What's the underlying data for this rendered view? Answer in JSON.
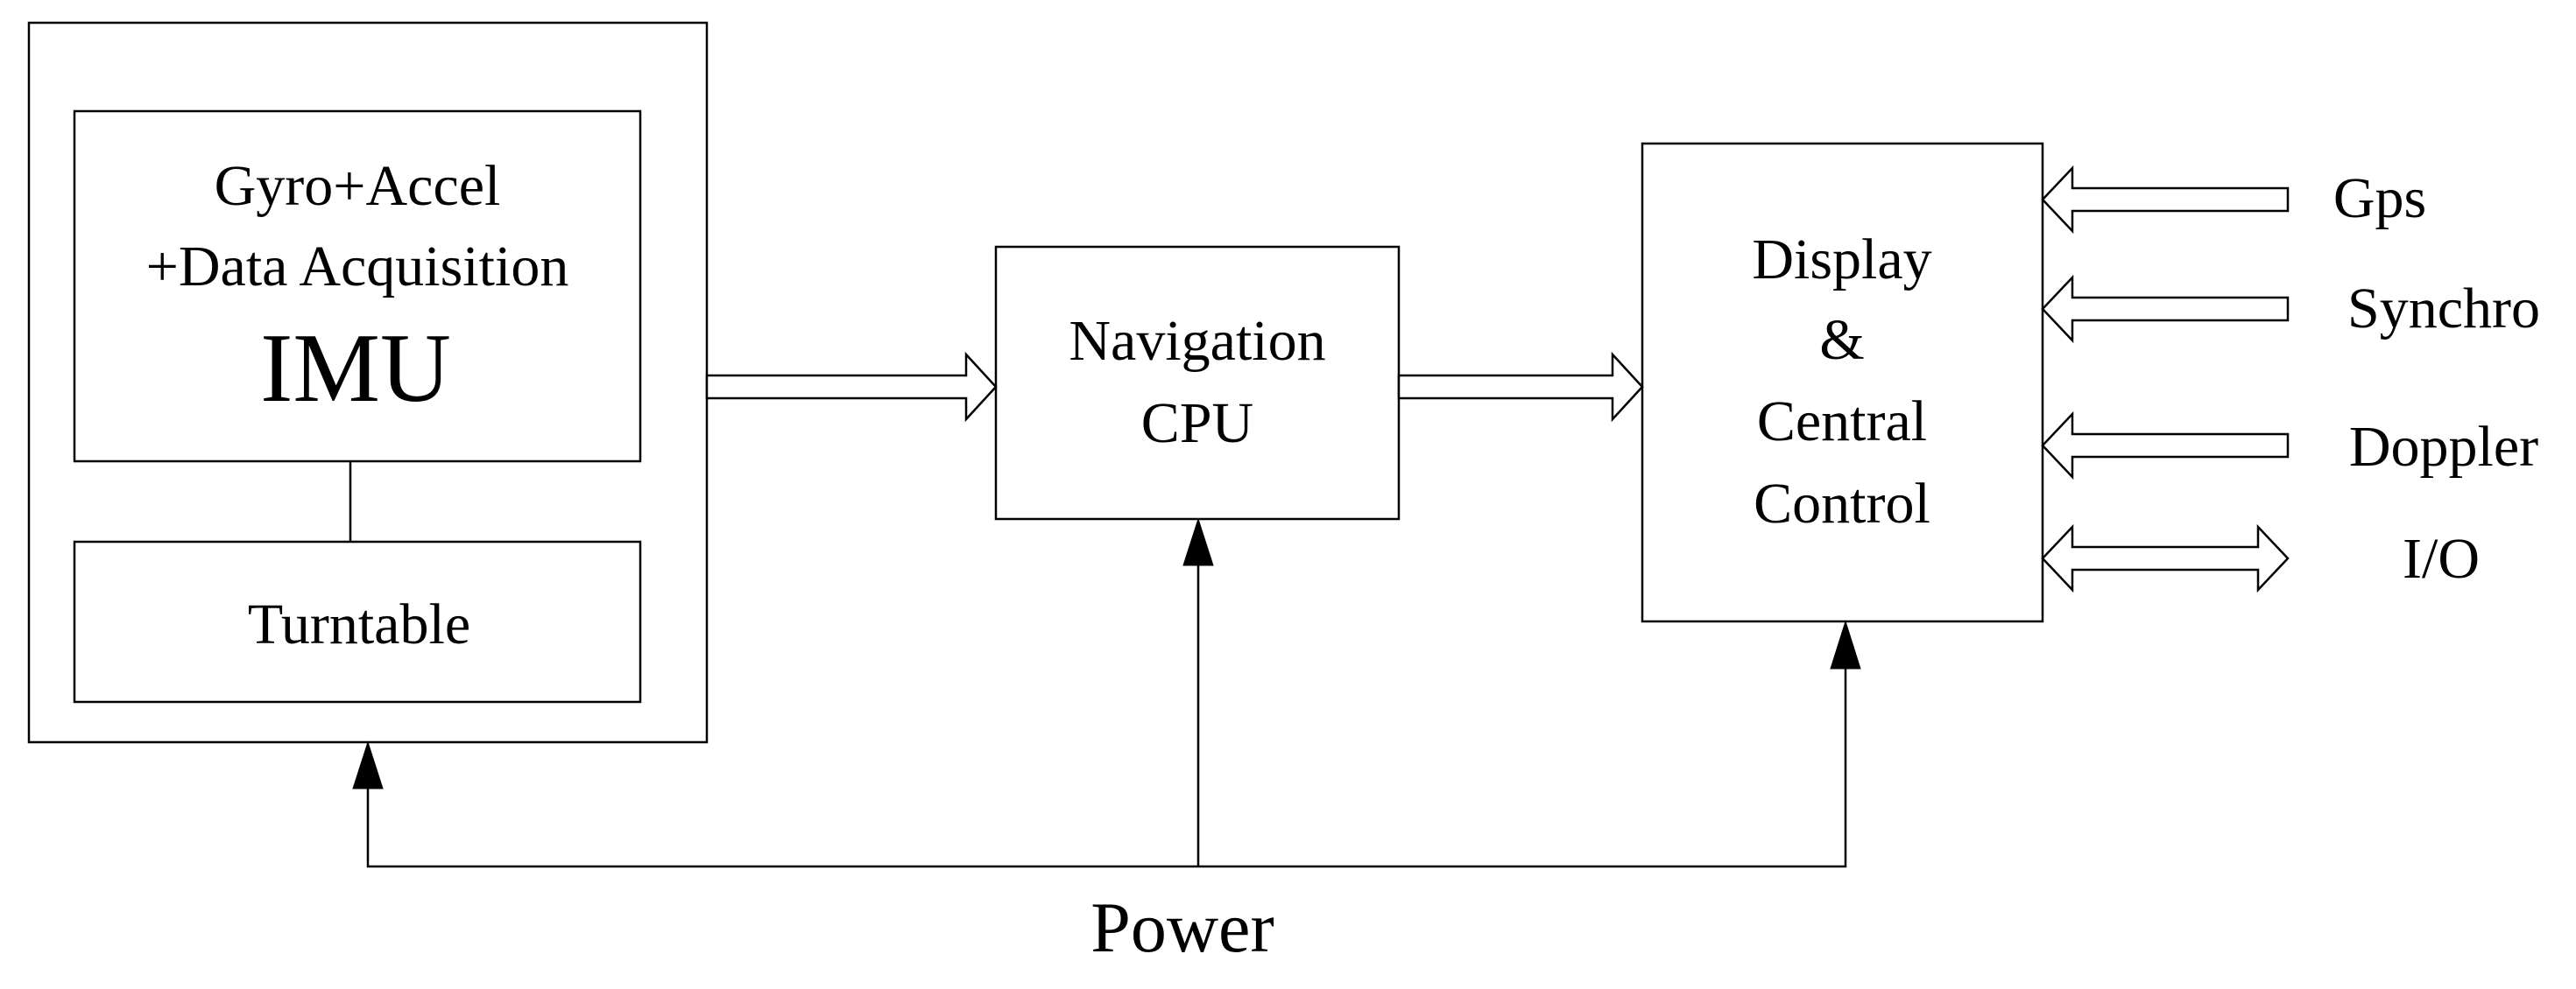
{
  "diagram": {
    "imu_block": {
      "sensor_line1": "Gyro+Accel",
      "sensor_line2": "+Data Acquisition",
      "title": "IMU",
      "turntable": "Turntable"
    },
    "nav_cpu": {
      "line1": "Navigation",
      "line2": "CPU"
    },
    "display": {
      "line1": "Display",
      "line2": "&",
      "line3": "Central",
      "line4": "Control"
    },
    "inputs": {
      "gps": "Gps",
      "synchro": "Synchro",
      "doppler": "Doppler",
      "io": "I/O"
    },
    "power": "Power"
  }
}
